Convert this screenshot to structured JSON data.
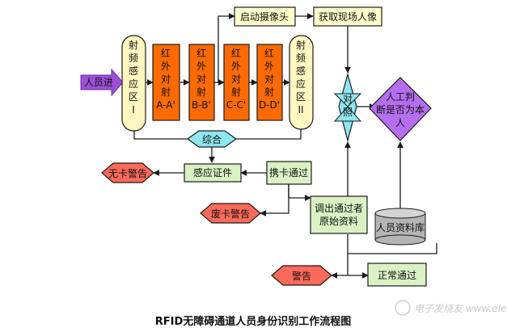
{
  "diagram": {
    "title": "RFID无障碍通道人员身份识别工作流程图",
    "nodes": {
      "person_entry": "人员进",
      "sensor_zone_1": "射频感应区I",
      "ir_a": "红外对射A-A'",
      "ir_b": "红外对射B-B'",
      "ir_c": "红外对射C-C'",
      "ir_d": "红外对射D-D'",
      "sensor_zone_2": "射频感应区II",
      "start_camera": "启动摄像头",
      "capture_image": "获取现场人像",
      "compare": "对照",
      "manual_judge": "人工判断是否为本人",
      "combine": "综合",
      "sense_card": "感应证件",
      "card_pass": "携卡通过",
      "no_card_alert": "无卡警告",
      "invalid_card_alert": "废卡警告",
      "retrieve_data": "调出通过者原始资料",
      "personnel_db": "人员资料库",
      "alert": "警告",
      "normal_pass": "正常通过"
    }
  },
  "watermark": "电子发烧友  www.elecfans.com",
  "colors": {
    "entry_purple": "#9b4fd6",
    "sensor_yellow": "#fff6c0",
    "ir_orange": "#ff6a00",
    "box_yellow": "#ffffcc",
    "box_green": "#d9f2c4",
    "alert_red": "#ff6a5a",
    "diamond_cyan": "#8fe6f0",
    "judge_purple": "#b66ef0",
    "db_gray": "#b5b5b5",
    "line": "#1a1a1a"
  }
}
